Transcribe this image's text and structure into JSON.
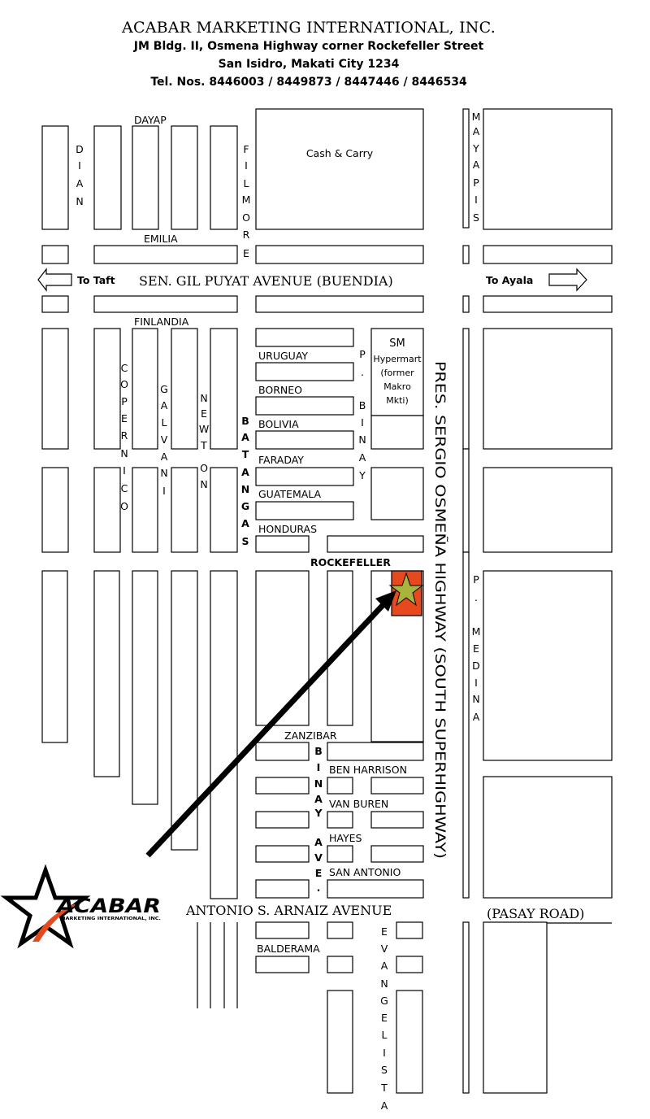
{
  "header": {
    "company": "ACABAR MARKETING INTERNATIONAL, INC.",
    "address1": "JM Bldg. II, Osmena Highway corner Rockefeller Street",
    "address2": "San Isidro, Makati City 1234",
    "phones": "Tel. Nos. 8446003 / 8449873 / 8447446 / 8446534"
  },
  "streets": {
    "dayap": "DAYAP",
    "dian": "DIAN",
    "filmore": "FILMORE",
    "mayapis": "MAYAPIS",
    "emilia": "EMILIA",
    "buendia": "SEN. GIL PUYAT AVENUE (BUENDIA)",
    "to_taft": "To Taft",
    "to_ayala": "To Ayala",
    "finlandia": "FINLANDIA",
    "uruguay": "URUGUAY",
    "borneo": "BORNEO",
    "bolivia": "BOLIVIA",
    "faraday": "FARADAY",
    "guatemala": "GUATEMALA",
    "honduras": "HONDURAS",
    "rockefeller": "ROCKEFELLER",
    "zanzibar": "ZANZIBAR",
    "ben_harrison": "BEN HARRISON",
    "van_buren": "VAN BUREN",
    "hayes": "HAYES",
    "san_antonio": "SAN ANTONIO",
    "arnaiz": "ANTONIO S. ARNAIZ AVENUE",
    "pasay_road": "(PASAY ROAD)",
    "balderama": "BALDERAMA",
    "copernico": "COPERNICO",
    "galvani": "GALVANI",
    "newton": "NEWTON",
    "batangas": "BATANGAS",
    "p_binay": "P. BINAY",
    "binay_ave": "BINAY AVE.",
    "p_medina": "P. MEDINA",
    "evangelista": "EVANGELISTA",
    "osmena_highway": "PRES. SERGIO OSMEÑA HIGHWAY (SOUTH SUPERHIGHWAY)"
  },
  "landmarks": {
    "cash_carry": "Cash & Carry",
    "sm_line1": "SM",
    "sm_line2": "Hypermart",
    "sm_line3": "(former",
    "sm_line4": "Makro",
    "sm_line5": "Mkti)"
  },
  "logo": {
    "name": "ACABAR",
    "subtitle": "MARKETING INTERNATIONAL, INC."
  },
  "colors": {
    "marker_fill": "#e8481d",
    "star_fill": "#a9b43c",
    "logo_orange": "#e8481d"
  }
}
